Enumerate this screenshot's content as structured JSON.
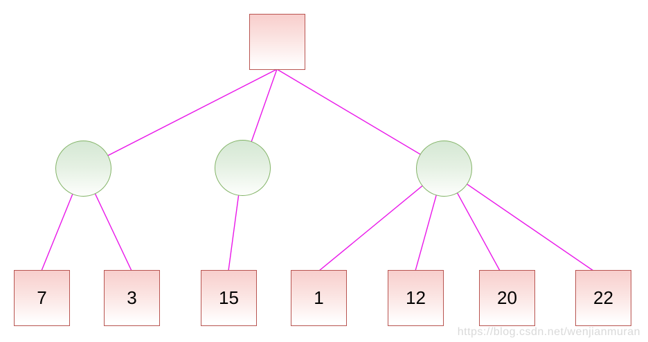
{
  "diagram": {
    "type": "tree",
    "levels": 3,
    "tree": {
      "root": {
        "label": "",
        "shape": "square"
      },
      "branches": [
        {
          "label": "",
          "shape": "circle",
          "children": [
            "7",
            "3"
          ]
        },
        {
          "label": "",
          "shape": "circle",
          "children": [
            "15"
          ]
        },
        {
          "label": "",
          "shape": "circle",
          "children": [
            "1",
            "12",
            "20",
            "22"
          ]
        }
      ],
      "leaves": [
        {
          "value": "7"
        },
        {
          "value": "3"
        },
        {
          "value": "15"
        },
        {
          "value": "1"
        },
        {
          "value": "12"
        },
        {
          "value": "20"
        },
        {
          "value": "22"
        }
      ]
    },
    "colors": {
      "edge": "#E916E9",
      "square_fill": "#F8CECC",
      "square_border": "#B85450",
      "circle_fill": "#D5E8D4",
      "circle_border": "#82B366",
      "number_text": "#000000",
      "watermark_text_color": "#D9D9D9"
    }
  },
  "watermark": {
    "text": "https://blog.csdn.net/wenjianmuran"
  }
}
